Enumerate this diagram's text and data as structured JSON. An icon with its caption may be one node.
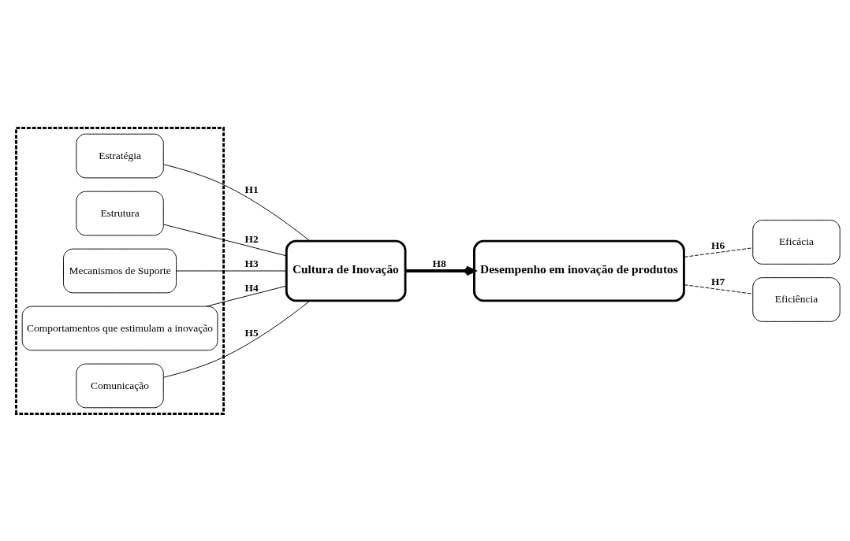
{
  "diagram": {
    "nodes": [
      {
        "text": [],
        "shape": "box"
      },
      {
        "text": [
          "Estratégia"
        ],
        "in": 0
      },
      {
        "text": [
          "Estrutura"
        ],
        "in": 0
      },
      {
        "text": [
          "Mecanismos de Suporte"
        ],
        "in": 0
      },
      {
        "text": [
          "Comportamentos que estimulam a inovação"
        ],
        "in": 0
      },
      {
        "text": [
          "Comunicação"
        ],
        "in": 0
      },
      {
        "text": [
          "Cultura de Inovação"
        ]
      },
      {
        "text": [
          "Desempenho em inovação de produtos"
        ]
      },
      {
        "text": [
          "Eficácia"
        ]
      },
      {
        "text": [
          "Eficiência"
        ]
      }
    ],
    "edges": [
      {
        "from": 1,
        "to": 6,
        "arrow": "none",
        "label": "H1"
      },
      {
        "from": 2,
        "to": 6,
        "arrow": "none",
        "label": "H2"
      },
      {
        "from": 3,
        "to": 6,
        "arrow": "none",
        "label": "H3"
      },
      {
        "from": 4,
        "to": 6,
        "arrow": "none",
        "label": "H4"
      },
      {
        "from": 5,
        "to": 6,
        "arrow": "none",
        "label": "H5"
      },
      {
        "from": 7,
        "to": 8,
        "arrow": "none",
        "label": "H6",
        "style": "dashed"
      },
      {
        "from": 7,
        "to": 9,
        "arrow": "none",
        "label": "H7",
        "style": "dashed"
      },
      {
        "from": 6,
        "to": 7,
        "arrow": "to",
        "label": "H8",
        "style": "thick"
      }
    ]
  }
}
